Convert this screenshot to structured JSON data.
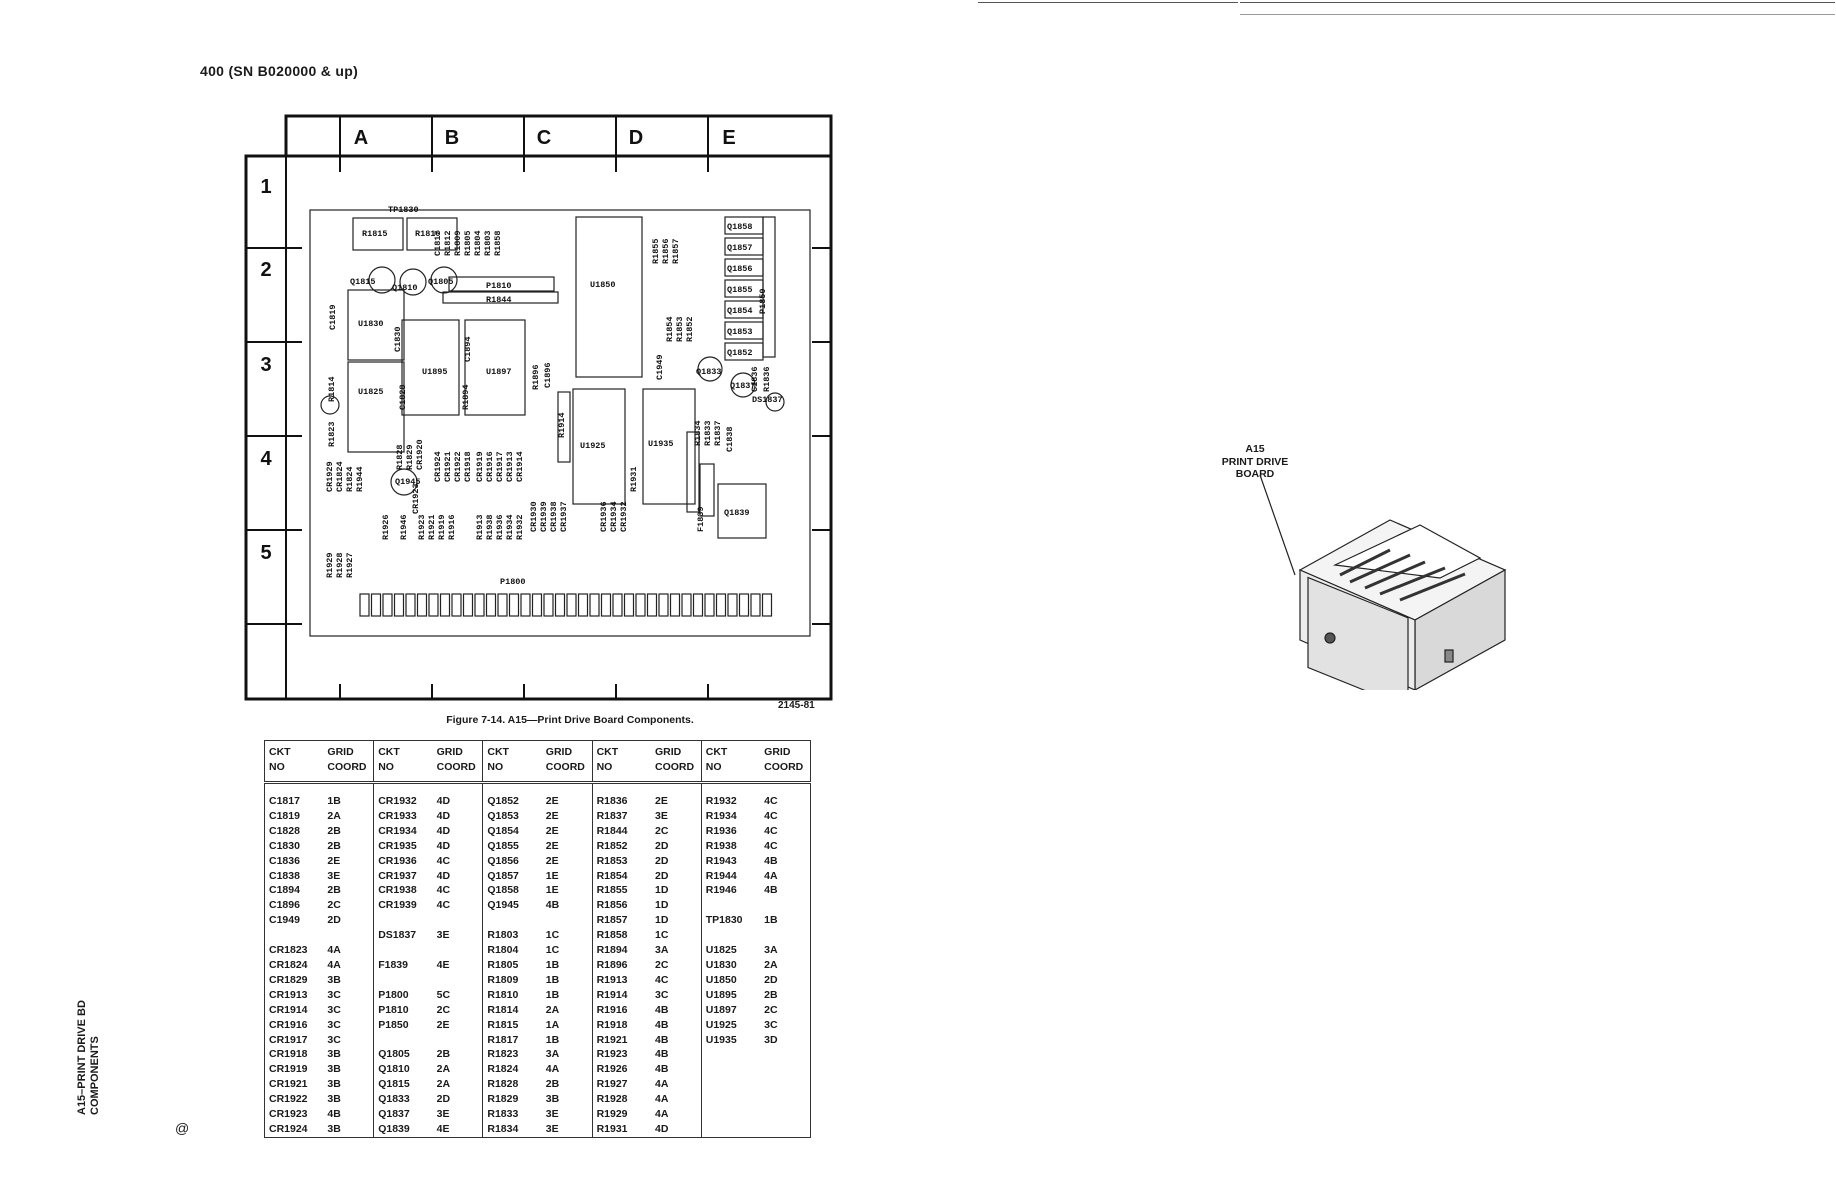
{
  "header": {
    "text": "400 (SN B020000 & up)"
  },
  "side_title": {
    "line1": "A15–PRINT DRIVE BD",
    "line2": "COMPONENTS"
  },
  "page_mark": "@",
  "figure": {
    "caption": "Figure 7-14.  A15—Print Drive Board Components.",
    "number": "2145-81",
    "columns": [
      "A",
      "B",
      "C",
      "D",
      "E"
    ],
    "rows": [
      "1",
      "2",
      "3",
      "4",
      "5"
    ],
    "components": [
      "TP1830",
      "R1815",
      "R1810",
      "C1817",
      "R1812",
      "R1809",
      "R1805",
      "R1804",
      "R1803",
      "R1858",
      "Q1815",
      "Q1810",
      "Q1805",
      "C1819",
      "P1810",
      "R1844",
      "U1830",
      "C1830",
      "R1814",
      "C1894",
      "C1828",
      "U1895",
      "U1897",
      "R1896",
      "C1896",
      "U1825",
      "R1894",
      "R1823",
      "R1828",
      "R1829",
      "CR1920",
      "CR1924",
      "CR1921",
      "CR1922",
      "CR1918",
      "CR1919",
      "CR1916",
      "CR1917",
      "CR1913",
      "CR1914",
      "R1914",
      "CR1929",
      "CR1824",
      "R1824",
      "R1944",
      "Q1945",
      "CR1923",
      "R1926",
      "R1944",
      "R1946",
      "R1923",
      "R1921",
      "R1919",
      "R1916",
      "R1913",
      "R1938",
      "R1936",
      "R1934",
      "R1932",
      "CR1930",
      "CR1939",
      "CR1938",
      "CR1937",
      "U1850",
      "U1925",
      "U1935",
      "CR1936",
      "CR1934",
      "CR1932",
      "CR1939",
      "R1931",
      "F1839",
      "Q1839",
      "R1855",
      "R1856",
      "R1857",
      "R1854",
      "R1853",
      "R1852",
      "C1949",
      "Q1833",
      "Q1858",
      "Q1857",
      "Q1856",
      "Q1855",
      "Q1854",
      "Q1853",
      "Q1852",
      "P1850",
      "C1836",
      "R1836",
      "Q1837",
      "DS1837",
      "R1834",
      "R1833",
      "R1837",
      "C1838",
      "R1929",
      "R1928",
      "R1927",
      "P1800"
    ]
  },
  "table": {
    "headers": [
      [
        "CKT",
        "NO"
      ],
      [
        "GRID",
        "COORD"
      ],
      [
        "CKT",
        "NO"
      ],
      [
        "GRID",
        "COORD"
      ],
      [
        "CKT",
        "NO"
      ],
      [
        "GRID",
        "COORD"
      ],
      [
        "CKT",
        "NO"
      ],
      [
        "GRID",
        "COORD"
      ],
      [
        "CKT",
        "NO"
      ],
      [
        "GRID",
        "COORD"
      ]
    ],
    "rows": [
      [
        [
          "C1817",
          "1B"
        ],
        [
          "CR1932",
          "4D"
        ],
        [
          "Q1852",
          "2E"
        ],
        [
          "R1836",
          "2E"
        ],
        [
          "R1932",
          "4C"
        ]
      ],
      [
        [
          "C1819",
          "2A"
        ],
        [
          "CR1933",
          "4D"
        ],
        [
          "Q1853",
          "2E"
        ],
        [
          "R1837",
          "3E"
        ],
        [
          "R1934",
          "4C"
        ]
      ],
      [
        [
          "C1828",
          "2B"
        ],
        [
          "CR1934",
          "4D"
        ],
        [
          "Q1854",
          "2E"
        ],
        [
          "R1844",
          "2C"
        ],
        [
          "R1936",
          "4C"
        ]
      ],
      [
        [
          "C1830",
          "2B"
        ],
        [
          "CR1935",
          "4D"
        ],
        [
          "Q1855",
          "2E"
        ],
        [
          "R1852",
          "2D"
        ],
        [
          "R1938",
          "4C"
        ]
      ],
      [
        [
          "C1836",
          "2E"
        ],
        [
          "CR1936",
          "4C"
        ],
        [
          "Q1856",
          "2E"
        ],
        [
          "R1853",
          "2D"
        ],
        [
          "R1943",
          "4B"
        ]
      ],
      [
        [
          "C1838",
          "3E"
        ],
        [
          "CR1937",
          "4D"
        ],
        [
          "Q1857",
          "1E"
        ],
        [
          "R1854",
          "2D"
        ],
        [
          "R1944",
          "4A"
        ]
      ],
      [
        [
          "C1894",
          "2B"
        ],
        [
          "CR1938",
          "4C"
        ],
        [
          "Q1858",
          "1E"
        ],
        [
          "R1855",
          "1D"
        ],
        [
          "R1946",
          "4B"
        ]
      ],
      [
        [
          "C1896",
          "2C"
        ],
        [
          "CR1939",
          "4C"
        ],
        [
          "Q1945",
          "4B"
        ],
        [
          "R1856",
          "1D"
        ],
        [
          "",
          ""
        ]
      ],
      [
        [
          "C1949",
          "2D"
        ],
        [
          "",
          ""
        ],
        [
          "",
          ""
        ],
        [
          "R1857",
          "1D"
        ],
        [
          "TP1830",
          "1B"
        ]
      ],
      [
        [
          "",
          ""
        ],
        [
          "DS1837",
          "3E"
        ],
        [
          "R1803",
          "1C"
        ],
        [
          "R1858",
          "1C"
        ],
        [
          "",
          ""
        ]
      ],
      [
        [
          "CR1823",
          "4A"
        ],
        [
          "",
          ""
        ],
        [
          "R1804",
          "1C"
        ],
        [
          "R1894",
          "3A"
        ],
        [
          "U1825",
          "3A"
        ]
      ],
      [
        [
          "CR1824",
          "4A"
        ],
        [
          "F1839",
          "4E"
        ],
        [
          "R1805",
          "1B"
        ],
        [
          "R1896",
          "2C"
        ],
        [
          "U1830",
          "2A"
        ]
      ],
      [
        [
          "CR1829",
          "3B"
        ],
        [
          "",
          ""
        ],
        [
          "R1809",
          "1B"
        ],
        [
          "R1913",
          "4C"
        ],
        [
          "U1850",
          "2D"
        ]
      ],
      [
        [
          "CR1913",
          "3C"
        ],
        [
          "P1800",
          "5C"
        ],
        [
          "R1810",
          "1B"
        ],
        [
          "R1914",
          "3C"
        ],
        [
          "U1895",
          "2B"
        ]
      ],
      [
        [
          "CR1914",
          "3C"
        ],
        [
          "P1810",
          "2C"
        ],
        [
          "R1814",
          "2A"
        ],
        [
          "R1916",
          "4B"
        ],
        [
          "U1897",
          "2C"
        ]
      ],
      [
        [
          "CR1916",
          "3C"
        ],
        [
          "P1850",
          "2E"
        ],
        [
          "R1815",
          "1A"
        ],
        [
          "R1918",
          "4B"
        ],
        [
          "U1925",
          "3C"
        ]
      ],
      [
        [
          "CR1917",
          "3C"
        ],
        [
          "",
          ""
        ],
        [
          "R1817",
          "1B"
        ],
        [
          "R1921",
          "4B"
        ],
        [
          "U1935",
          "3D"
        ]
      ],
      [
        [
          "CR1918",
          "3B"
        ],
        [
          "Q1805",
          "2B"
        ],
        [
          "R1823",
          "3A"
        ],
        [
          "R1923",
          "4B"
        ],
        [
          "",
          ""
        ]
      ],
      [
        [
          "CR1919",
          "3B"
        ],
        [
          "Q1810",
          "2A"
        ],
        [
          "R1824",
          "4A"
        ],
        [
          "R1926",
          "4B"
        ],
        [
          "",
          ""
        ]
      ],
      [
        [
          "CR1921",
          "3B"
        ],
        [
          "Q1815",
          "2A"
        ],
        [
          "R1828",
          "2B"
        ],
        [
          "R1927",
          "4A"
        ],
        [
          "",
          ""
        ]
      ],
      [
        [
          "CR1922",
          "3B"
        ],
        [
          "Q1833",
          "2D"
        ],
        [
          "R1829",
          "3B"
        ],
        [
          "R1928",
          "4A"
        ],
        [
          "",
          ""
        ]
      ],
      [
        [
          "CR1923",
          "4B"
        ],
        [
          "Q1837",
          "3E"
        ],
        [
          "R1833",
          "3E"
        ],
        [
          "R1929",
          "4A"
        ],
        [
          "",
          ""
        ]
      ],
      [
        [
          "CR1924",
          "3B"
        ],
        [
          "Q1839",
          "4E"
        ],
        [
          "R1834",
          "3E"
        ],
        [
          "R1931",
          "4D"
        ],
        [
          "",
          ""
        ]
      ]
    ]
  },
  "instrument": {
    "label_line1": "A15",
    "label_line2": "PRINT DRIVE",
    "label_line3": "BOARD"
  }
}
